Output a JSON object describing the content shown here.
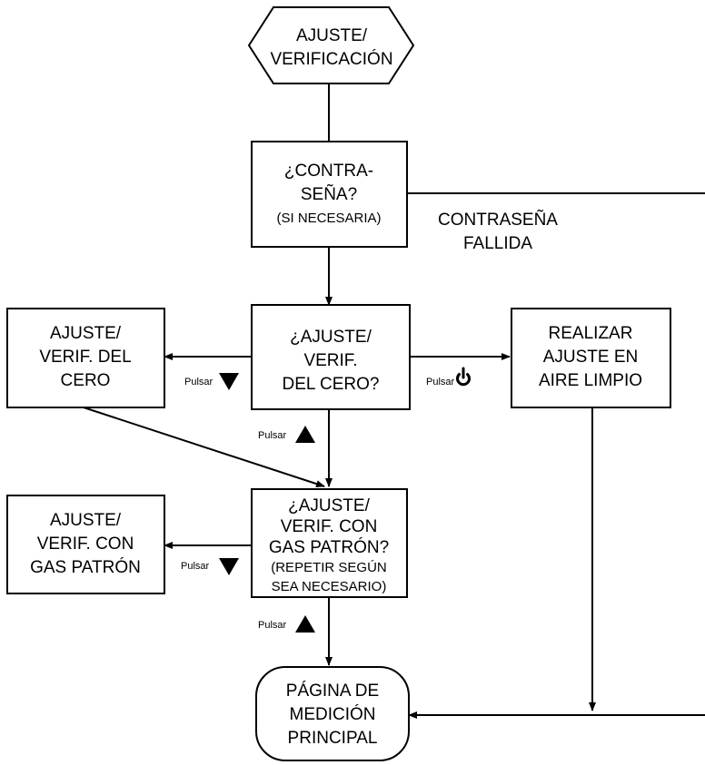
{
  "diagram": {
    "start": {
      "lines": [
        "AJUSTE/",
        "VERIFICACIÓN"
      ]
    },
    "password_decision": {
      "lines": [
        "¿CONTRA-",
        "SEÑA?",
        "(SI NECESARIA)"
      ]
    },
    "password_failed": {
      "lines": [
        "CONTRASEÑA",
        "FALLIDA"
      ]
    },
    "zero_decision": {
      "lines": [
        "¿AJUSTE/",
        "VERIF.",
        "DEL CERO?"
      ]
    },
    "zero_adjust": {
      "lines": [
        "AJUSTE/",
        "VERIF. DEL",
        "CERO"
      ]
    },
    "fresh_air": {
      "lines": [
        "REALIZAR",
        "AJUSTE EN",
        "AIRE LIMPIO"
      ]
    },
    "span_decision": {
      "lines": [
        "¿AJUSTE/",
        "VERIF. CON",
        "GAS PATRÓN?",
        "(REPETIR SEGÚN",
        "SEA NECESARIO)"
      ]
    },
    "span_adjust": {
      "lines": [
        "AJUSTE/",
        "VERIF. CON",
        "GAS PATRÓN"
      ]
    },
    "main_page": {
      "lines": [
        "PÁGINA DE",
        "MEDICIÓN",
        "PRINCIPAL"
      ]
    },
    "press_label": "Pulsar",
    "icons": {
      "down": "down-triangle-icon",
      "up": "up-triangle-icon",
      "power": "power-icon"
    }
  }
}
